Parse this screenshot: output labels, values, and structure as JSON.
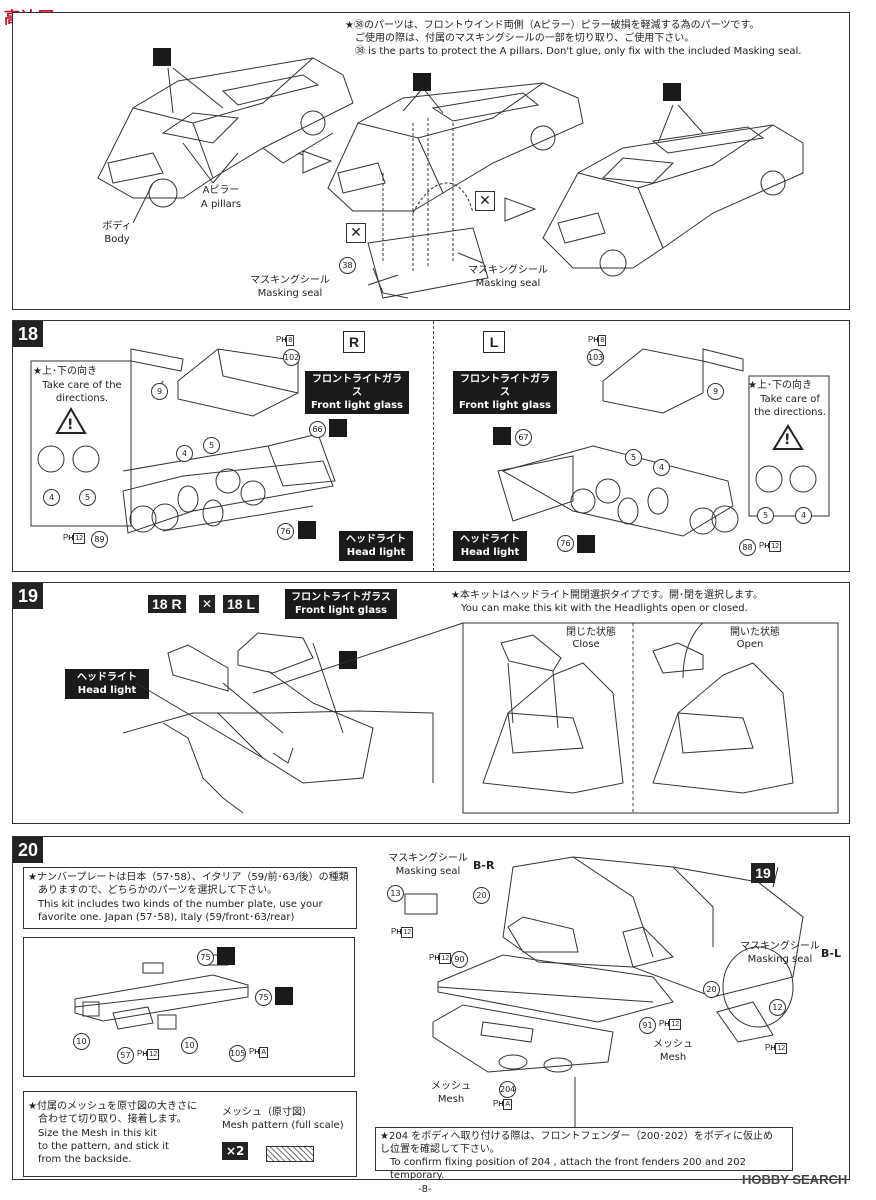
{
  "watermark": {
    "site": "HOBBY",
    "search": "SEARCH",
    "tl_logo": "高达网"
  },
  "step17": {
    "note_jp1": "★㊳のパーツは、フロントウインド両側（Aピラー）ピラー破損を軽減する為のパーツです。",
    "note_jp2": "ご使用の際は、付属のマスキングシールの一部を切り取り、ご使用下さい。",
    "note_en": "㊳ is the parts to protect the A pillars. Don't glue, only fix with the included Masking seal.",
    "a_pillar_jp": "Aピラー",
    "a_pillar_en": "A pillars",
    "body_jp": "ボディ",
    "body_en": "Body",
    "part38": "38",
    "mask_jp": "マスキングシール",
    "mask_en": "Masking seal",
    "mask2_jp": "マスキングシール",
    "mask2_en": "Masking seal"
  },
  "step18": {
    "number": "18",
    "right_letter": "R",
    "left_letter": "L",
    "front_glass_jp": "フロントライトガラス",
    "front_glass_en": "Front light glass",
    "headlight_jp": "ヘッドライト",
    "headlight_en": "Head light",
    "care_jp": "★上･下の向き",
    "care_en": "Take care of the directions.",
    "ph8": "8",
    "ph12": "12",
    "parts": {
      "p102": "102",
      "p103": "103",
      "p9": "9",
      "p4": "4",
      "p5": "5",
      "p66": "66",
      "p67": "67",
      "p76": "76",
      "p89": "89",
      "p88": "88"
    }
  },
  "step19": {
    "number": "19",
    "ref_r": "18 R",
    "ref_l": "18 L",
    "front_glass_jp": "フロントライトガラス",
    "front_glass_en": "Front light glass",
    "headlight_jp": "ヘッドライト",
    "headlight_en": "Head light",
    "note_jp": "★本キットはヘッドライト開閉選択タイプです。開･閉を選択します。",
    "note_en": "You can make this kit with the Headlights open or closed.",
    "closed_jp": "閉じた状態",
    "closed_en": "Close",
    "open_jp": "開いた状態",
    "open_en": "Open"
  },
  "step20": {
    "number": "20",
    "plate_jp1": "★ナンバープレートは日本（57･58）、イタリア（59/前･63/後）の種類",
    "plate_jp2": "ありますので、どちらかのパーツを選択して下さい。",
    "plate_en1": "This kit includes two kinds of the number plate, use your",
    "plate_en2": "favorite one. Japan (57･58), Italy (59/front･63/rear)",
    "mask_r_jp": "マスキングシール",
    "mask_r_en": "Masking seal",
    "mask_r_tag": "B-R",
    "mask_l_jp": "マスキングシール",
    "mask_l_en": "Masking seal",
    "mask_l_tag": "B-L",
    "mesh_jp": "メッシュ",
    "mesh_en": "Mesh",
    "mesh2_jp": "メッシュ",
    "mesh2_en": "Mesh",
    "step_ref": "19",
    "mesh_note_jp1": "★付属のメッシュを原寸図の大きさに",
    "mesh_note_jp2": "合わせて切り取り、接着します。",
    "mesh_note_en1": "Size the Mesh in this kit",
    "mesh_note_en2": "to the pattern, and stick it",
    "mesh_note_en3": "from the backside.",
    "pattern_jp": "メッシュ（原寸図）",
    "pattern_en": "Mesh pattern (full scale)",
    "times": "×2",
    "fix_jp1": "★204 をボディへ取り付ける際は、フロントフェンダー（200･202）をボディに仮止めし、",
    "fix_jp2": "位置を確認して下さい。",
    "fix_en": "To confirm fixing position of 204 , attach the front fenders 200 and 202 temporary.",
    "parts": {
      "p13": "13",
      "p12": "12",
      "p20": "20",
      "p90": "90",
      "p91": "91",
      "p75": "75",
      "p10": "10",
      "p57": "57",
      "p105": "105",
      "p204": "204"
    },
    "ph12": "12",
    "pha": "A"
  },
  "footer": {
    "page": "-8-"
  }
}
